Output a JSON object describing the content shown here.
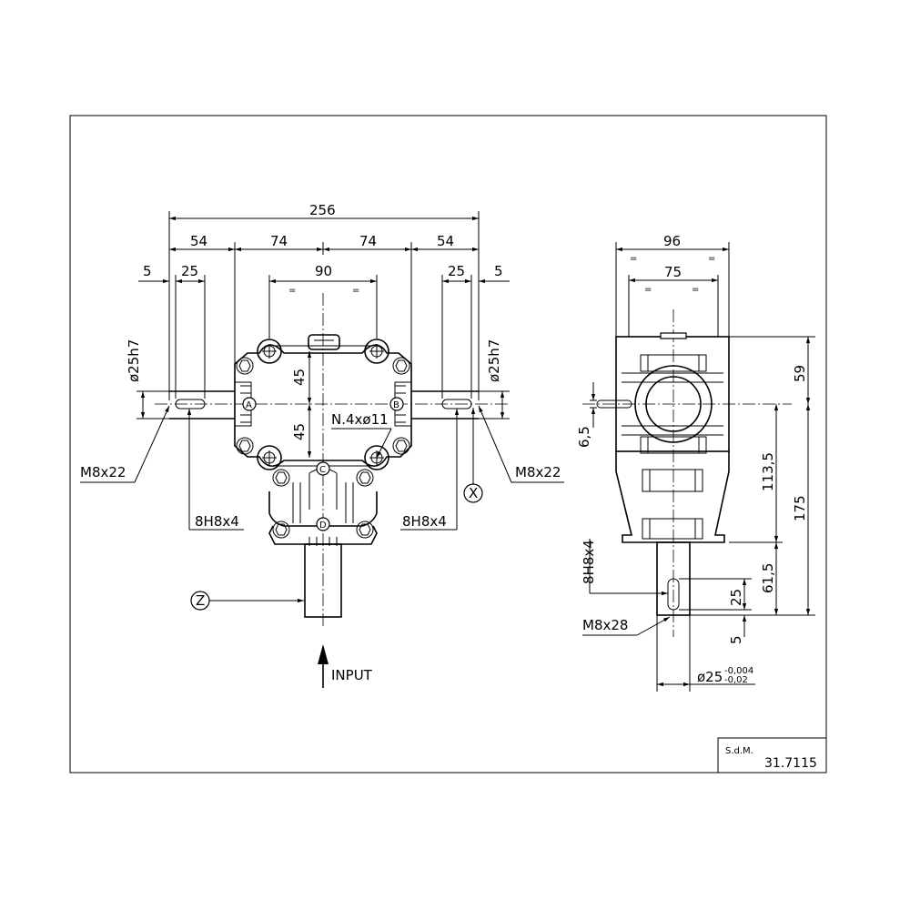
{
  "title_block": {
    "company": "S.d.M.",
    "code": "31.7115"
  },
  "front_view": {
    "dims": {
      "overall": "256",
      "seg_left": "54",
      "seg_mid_left": "74",
      "seg_mid_right": "74",
      "seg_right": "54",
      "flange_holes": "90",
      "eq": "=",
      "key_left_5": "5",
      "key_left_25": "25",
      "key_right_25": "25",
      "key_right_5": "5",
      "shaft_left": "ø25h7",
      "shaft_right": "ø25h7",
      "v45_top": "45",
      "v45_bottom": "45",
      "holes": "N.4xø11"
    },
    "labels": {
      "thread_left": "M8x22",
      "thread_right": "M8x22",
      "key_left": "8H8x4",
      "key_right": "8H8x4",
      "input": "INPUT"
    },
    "markers": {
      "a": "A",
      "b": "B",
      "c": "C",
      "d": "D",
      "x": "X",
      "z": "Z"
    }
  },
  "side_view": {
    "dims": {
      "width96": "96",
      "width75": "75",
      "eq": "=",
      "h59": "59",
      "h113": "113,5",
      "h175": "175",
      "h6_5": "6,5",
      "h61": "61,5",
      "h25": "25",
      "h5": "5",
      "shaft_dia": "ø25",
      "tol_upper": "-0,004",
      "tol_lower": "-0,02"
    },
    "labels": {
      "key": "8H8x4",
      "thread": "M8x28"
    }
  }
}
